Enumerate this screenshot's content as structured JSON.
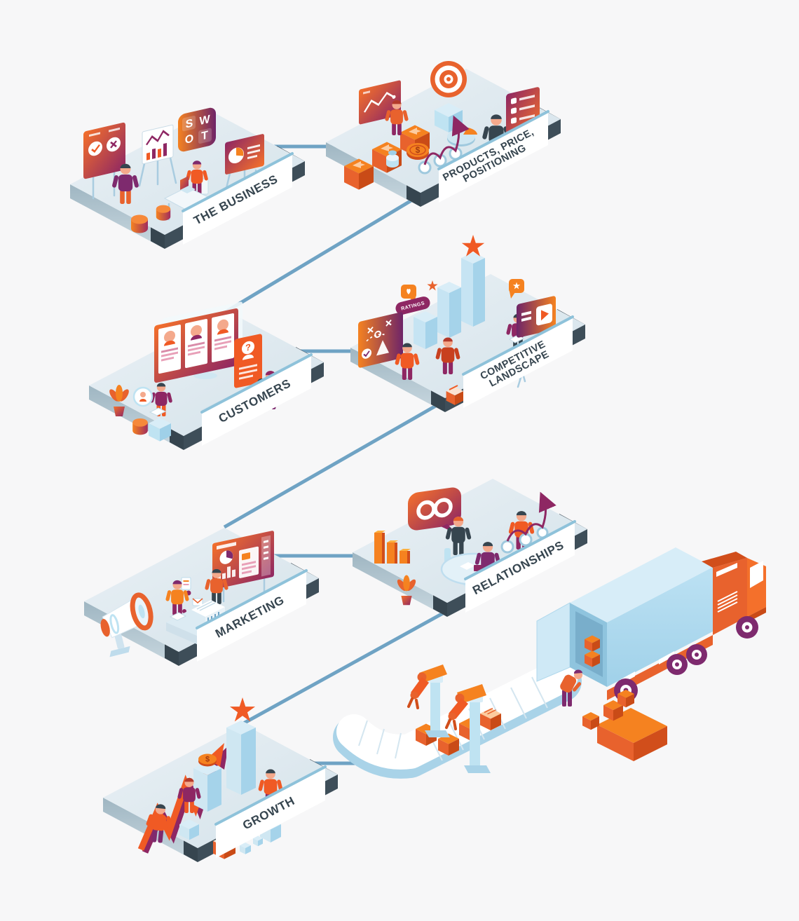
{
  "scene": {
    "title": "Business growth process isometric flow diagram",
    "background": "#F7F7F8"
  },
  "palette": {
    "orange": "#F05A24",
    "orange_light": "#F58220",
    "orange_dark": "#D14E1B",
    "maroon": "#8E2763",
    "purple": "#7E2A6E",
    "slate": "#36454F",
    "steel_blue": "#6FA3C4",
    "light_blue": "#BFE3F2",
    "pale_blue": "#D9EDF7",
    "platform_top": "#DDE8EE",
    "panel_stripe": "#8EC2DA",
    "panel": "#FFFFFF",
    "label_text": "#36454F"
  },
  "platforms": [
    {
      "id": "the-business",
      "label": "THE BUSINESS"
    },
    {
      "id": "products-price-positioning",
      "label_line1": "PRODUCTS, PRICE,",
      "label_line2": "POSITIONING"
    },
    {
      "id": "customers",
      "label": "CUSTOMERS"
    },
    {
      "id": "competitive-landscape",
      "label_line1": "COMPETITIVE",
      "label_line2": "LANDSCAPE"
    },
    {
      "id": "marketing",
      "label": "MARKETING"
    },
    {
      "id": "relationships",
      "label": "RELATIONSHIPS"
    },
    {
      "id": "growth",
      "label": "GROWTH"
    }
  ],
  "badges": {
    "ratings": "RATINGS",
    "swot": [
      "S",
      "W",
      "O",
      "T"
    ],
    "coin": "$",
    "question": "?"
  },
  "connectors": [
    {
      "from": "the-business",
      "to": "products-price-positioning"
    },
    {
      "from": "products-price-positioning",
      "to": "customers"
    },
    {
      "from": "customers",
      "to": "competitive-landscape"
    },
    {
      "from": "competitive-landscape",
      "to": "marketing"
    },
    {
      "from": "marketing",
      "to": "relationships"
    },
    {
      "from": "relationships",
      "to": "growth"
    },
    {
      "from": "growth",
      "to": "conveyor"
    }
  ]
}
